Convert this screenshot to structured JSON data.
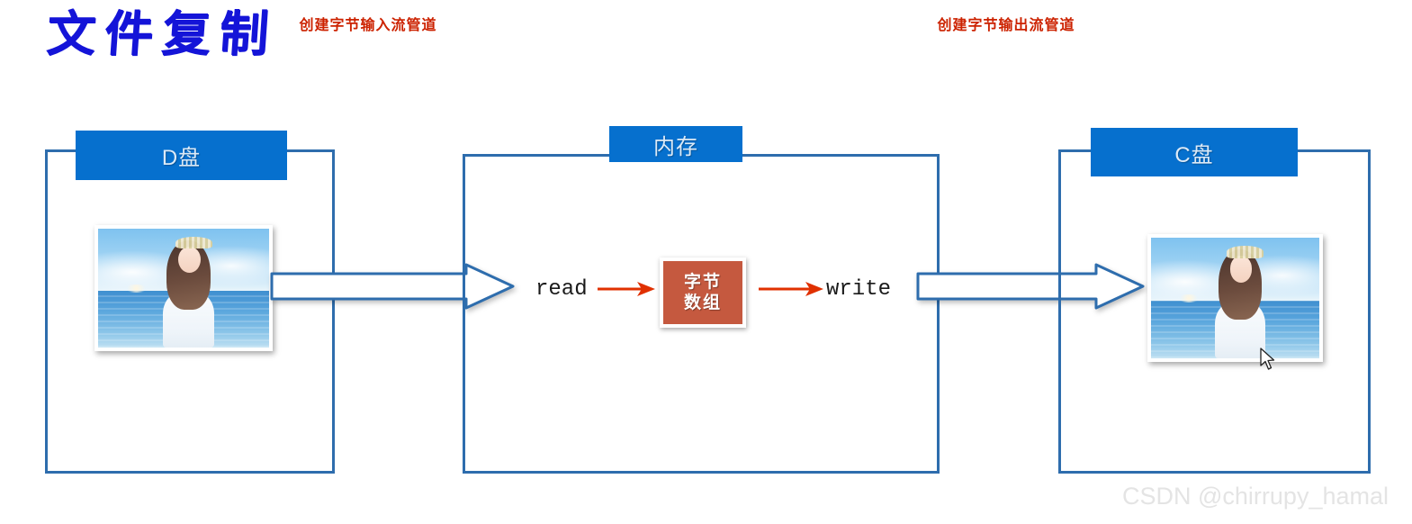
{
  "page": {
    "title": "文件复制",
    "watermark": "CSDN @chirrupy_hamal"
  },
  "colors": {
    "title_blue": "#1414d8",
    "banner_blue": "#0670ce",
    "frame_border": "#2e6dad",
    "label_red": "#cc2200",
    "byte_box": "#c5593f",
    "arrow_red": "#e03000",
    "watermark_gray": "#e4e4e4"
  },
  "panels": [
    {
      "id": "d-drive",
      "banner": "D盘",
      "photo_alt": "girl-in-white-dress-by-the-sea"
    },
    {
      "id": "memory",
      "banner": "内存"
    },
    {
      "id": "c-drive",
      "banner": "C盘",
      "photo_alt": "girl-in-white-dress-by-the-sea"
    }
  ],
  "pipelines": [
    {
      "id": "input-stream",
      "label": "创建字节输入流管道"
    },
    {
      "id": "output-stream",
      "label": "创建字节输出流管道"
    }
  ],
  "memory_flow": {
    "read_label": "read",
    "write_label": "write",
    "byte_array_line1": "字节",
    "byte_array_line2": "数组"
  }
}
